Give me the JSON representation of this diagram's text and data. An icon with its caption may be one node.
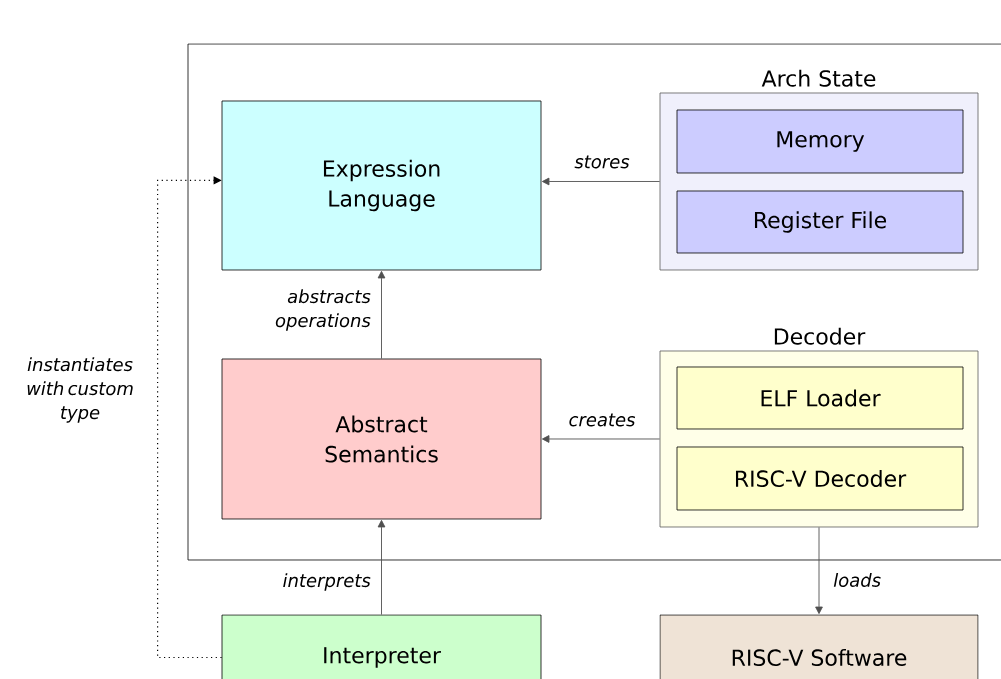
{
  "diagram": {
    "nodes": [
      {
        "text": [],
        "shape": "box"
      },
      {
        "text": [
          "Expression Language"
        ],
        "in": 0
      },
      {
        "text": [
          "Arch State"
        ],
        "in": 0
      },
      {
        "text": [
          "Memory"
        ],
        "in": 2
      },
      {
        "text": [
          "Register File"
        ],
        "in": 2
      },
      {
        "text": [
          "Abstract Semantics"
        ],
        "in": 0
      },
      {
        "text": [
          "Decoder"
        ],
        "in": 0
      },
      {
        "text": [
          "ELF Loader"
        ],
        "in": 6
      },
      {
        "text": [
          "RISC-V Decoder"
        ],
        "in": 6
      },
      {
        "text": [
          "Interpreter"
        ]
      },
      {
        "text": [
          "RISC-V Software"
        ]
      }
    ],
    "edges": [
      {
        "from": 2,
        "to": 1,
        "arrow": "to",
        "label": "stores"
      },
      {
        "from": 5,
        "to": 1,
        "arrow": "to",
        "label": "abstracts operations"
      },
      {
        "from": 6,
        "to": 5,
        "arrow": "to",
        "label": "creates"
      },
      {
        "from": 9,
        "to": 5,
        "arrow": "to",
        "label": "interprets"
      },
      {
        "from": 6,
        "to": 10,
        "arrow": "to",
        "label": "loads"
      },
      {
        "from": 9,
        "to": 1,
        "arrow": "to",
        "label": "instantiates with custom type",
        "style": "dashed",
        "color": "#000000"
      }
    ]
  }
}
